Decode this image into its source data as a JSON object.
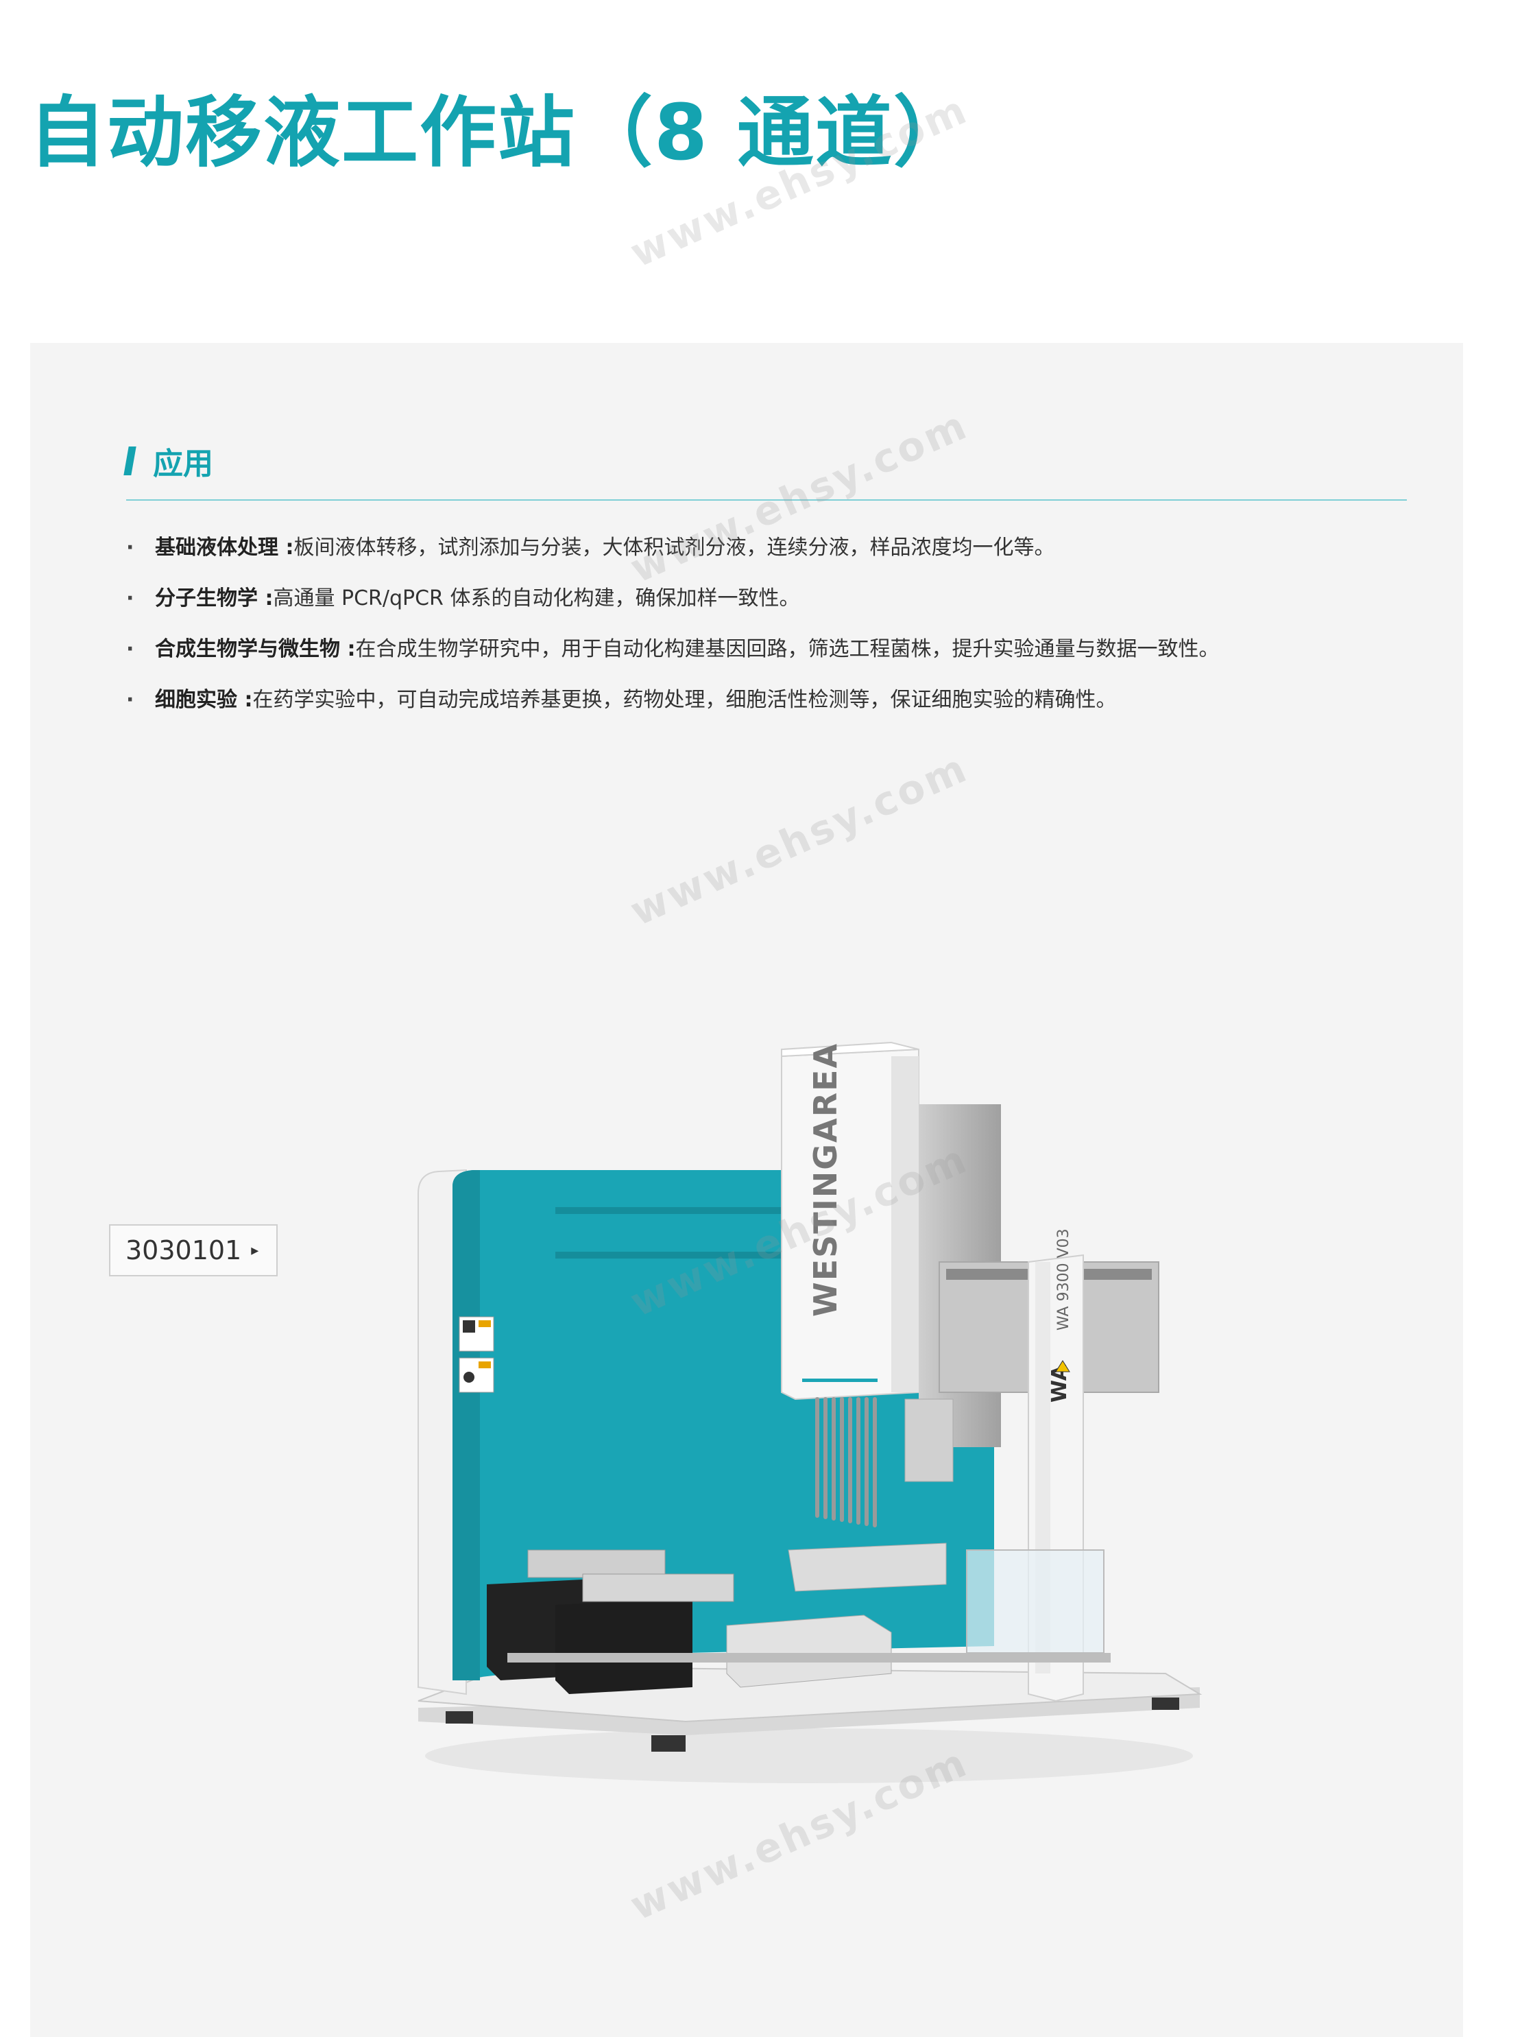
{
  "title": "自动移液工作站（8 通道）",
  "section": {
    "title": "应用"
  },
  "applications": [
    {
      "bullet": "·",
      "term": "基础液体处理 : ",
      "desc": "板间液体转移，试剂添加与分装，大体积试剂分液，连续分液，样品浓度均一化等。"
    },
    {
      "bullet": "·",
      "term": "分子生物学 : ",
      "desc": "高通量 PCR/qPCR 体系的自动化构建，确保加样一致性。"
    },
    {
      "bullet": "·",
      "term": "合成生物学与微生物 : ",
      "desc": "在合成生物学研究中，用于自动化构建基因回路，筛选工程菌株，提升实验通量与数据一致性。"
    },
    {
      "bullet": "·",
      "term": "细胞实验 : ",
      "desc": "在药学实验中，可自动完成培养基更换，药物处理，细胞活性检测等，保证细胞实验的精确性。"
    }
  ],
  "product_code": "3030101",
  "product_code_arrow": "▸",
  "machine": {
    "brand_text": "WESTINGAREA",
    "model_text": "WA 9300 V03",
    "logo_text": "WA"
  },
  "watermark_text": "www.ehsy.com",
  "colors": {
    "accent": "#14a3b0",
    "panel_bg": "#f4f4f4",
    "machine_teal": "#1aa5b5"
  }
}
